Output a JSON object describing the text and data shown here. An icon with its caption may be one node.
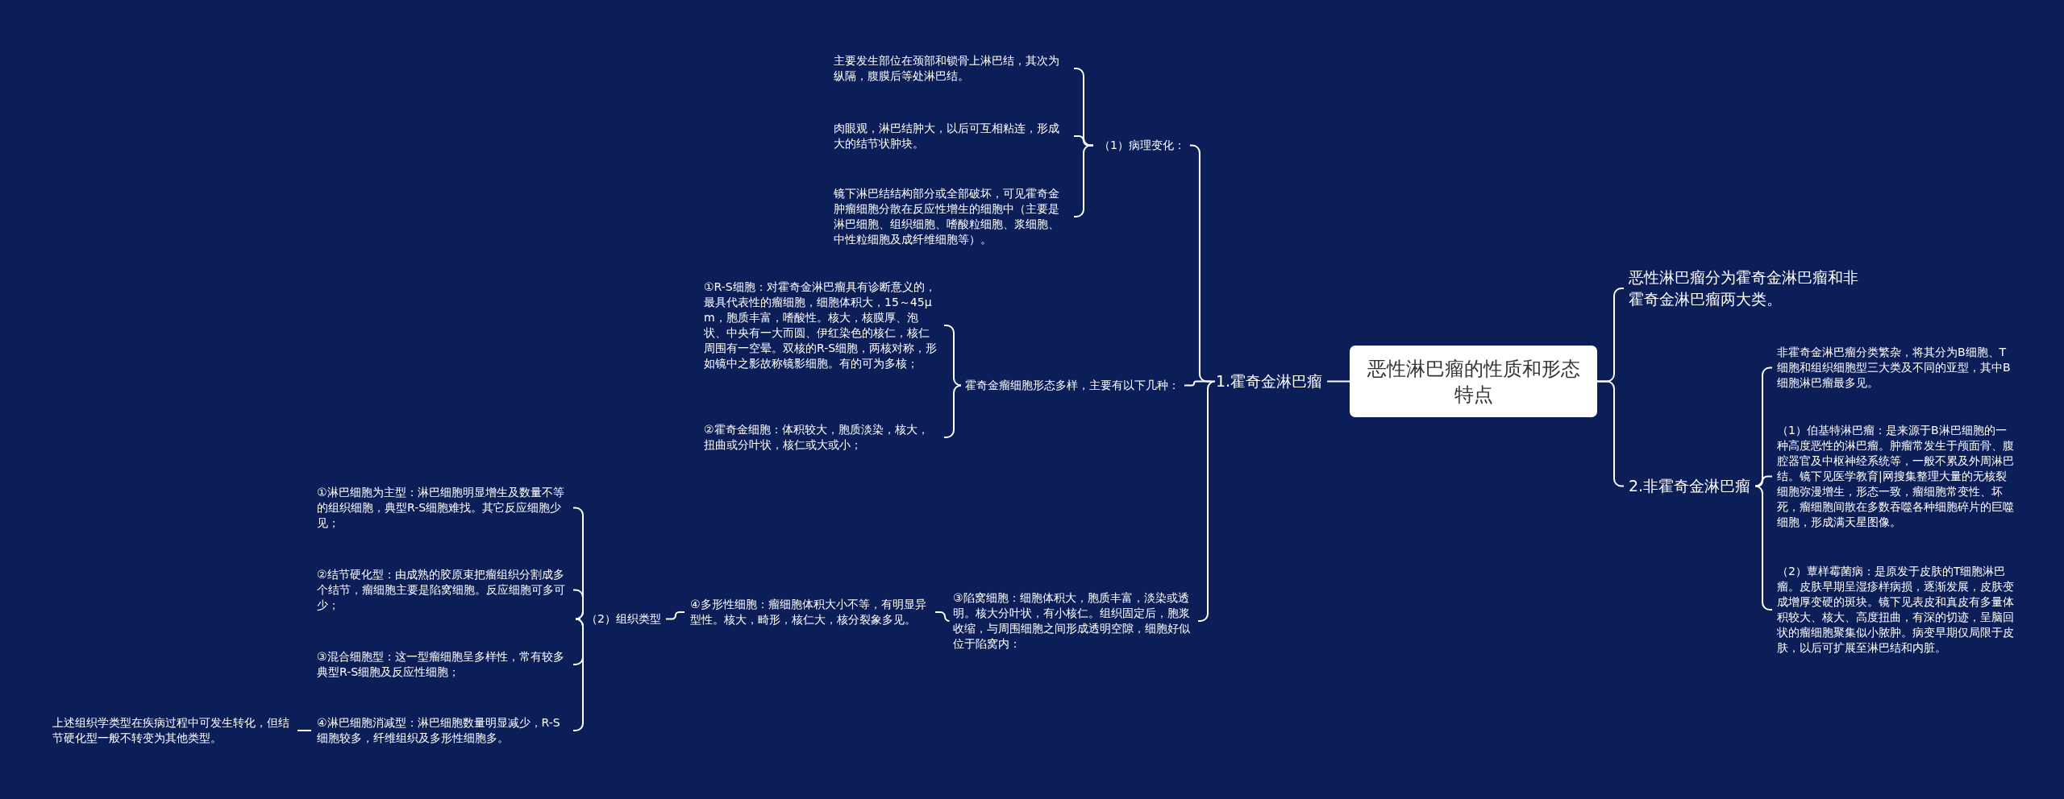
{
  "diagram": {
    "nodes": [
      {
        "text": [
          "恶性淋巴瘤的性质和形态特点"
        ]
      },
      {
        "text": [
          "1.霍奇金淋巴瘤"
        ]
      },
      {
        "text": [
          "（1）病理变化："
        ]
      },
      {
        "text": [
          "主要发生部位在颈部和锁骨上淋巴结，其次为纵隔，腹膜后等处淋巴结。"
        ]
      },
      {
        "text": [
          "肉眼观，淋巴结肿大，以后可互相粘连，形成大的结节状肿块。"
        ]
      },
      {
        "text": [
          "镜下淋巴结结构部分或全部破坏，可见霍奇金肿瘤细胞分散在反应性增生的细胞中（主要是淋巴细胞、组织细胞、嗜酸粒细胞、浆细胞、中性粒细胞及成纤维细胞等）。"
        ]
      },
      {
        "text": [
          "霍奇金瘤细胞形态多样，主要有以下几种："
        ]
      },
      {
        "text": [
          "①R-S细胞：对霍奇金淋巴瘤具有诊断意义的，最具代表性的瘤细胞，细胞体积大，15～45μm，胞质丰富，嗜酸性。核大，核膜厚、泡状、中央有一大而圆、伊红染色的核仁，核仁周围有一空晕。双核的R-S细胞，两核对称，形如镜中之影故称镜影细胞。有的可为多核；"
        ]
      },
      {
        "text": [
          "②霍奇金细胞：体积较大，胞质淡染，核大，扭曲或分叶状，核仁或大或小；"
        ]
      },
      {
        "text": [
          "③陷窝细胞：细胞体积大，胞质丰富，淡染或透明。核大分叶状，有小核仁。组织固定后，胞浆收缩，与周围细胞之间形成透明空隙，细胞好似位于陷窝内："
        ]
      },
      {
        "text": [
          "④多形性细胞：瘤细胞体积大小不等，有明显异型性。核大，畸形，核仁大，核分裂象多见。"
        ]
      },
      {
        "text": [
          "（2）组织类型"
        ]
      },
      {
        "text": [
          "①淋巴细胞为主型：淋巴细胞明显增生及数量不等的组织细胞，典型R-S细胞难找。其它反应细胞少见；"
        ]
      },
      {
        "text": [
          "②结节硬化型：由成熟的胶原束把瘤组织分割成多个结节，瘤细胞主要是陷窝细胞。反应细胞可多可少；"
        ]
      },
      {
        "text": [
          "③混合细胞型：这一型瘤细胞呈多样性，常有较多典型R-S细胞及反应性细胞；"
        ]
      },
      {
        "text": [
          "④淋巴细胞消减型：淋巴细胞数量明显减少，R-S细胞较多，纤维组织及多形性细胞多。"
        ]
      },
      {
        "text": [
          "上述组织学类型在疾病过程中可发生转化，但结节硬化型一般不转变为其他类型。"
        ]
      },
      {
        "text": [
          "恶性淋巴瘤分为霍奇金淋巴瘤和非霍奇金淋巴瘤两大类。"
        ]
      },
      {
        "text": [
          "2.非霍奇金淋巴瘤"
        ]
      },
      {
        "text": [
          "非霍奇金淋巴瘤分类繁杂，将其分为B细胞、T细胞和组织细胞型三大类及不同的亚型，其中B细胞淋巴瘤最多见。"
        ]
      },
      {
        "text": [
          "（1）伯基特淋巴瘤：是来源于B淋巴细胞的一种高度恶性的淋巴瘤。肿瘤常发生于颅面骨、腹腔器官及中枢神经系统等，一般不累及外周淋巴结。镜下见医学教育|网搜集整理大量的无核裂细胞弥漫增生，形态一致，瘤细胞常变性、坏死，瘤细胞间散在多数吞噬各种细胞碎片的巨噬细胞，形成满天星图像。"
        ]
      },
      {
        "text": [
          "（2）蕈样霉菌病：是原发于皮肤的T细胞淋巴瘤。皮肤早期呈湿疹样病损，逐渐发展，皮肤变成增厚变硬的斑块。镜下见表皮和真皮有多量体积较大、核大、高度扭曲，有深的切迹，呈脑回状的瘤细胞聚集似小脓肿。病变早期仅局限于皮肤，以后可扩展至淋巴结和内脏。"
        ]
      }
    ],
    "edges": [
      {
        "from": 0,
        "to": 1,
        "arrow": "none"
      },
      {
        "from": 0,
        "to": 17,
        "arrow": "none"
      },
      {
        "from": 0,
        "to": 18,
        "arrow": "none"
      },
      {
        "from": 1,
        "to": 2,
        "arrow": "none"
      },
      {
        "from": 1,
        "to": 6,
        "arrow": "none"
      },
      {
        "from": 1,
        "to": 9,
        "arrow": "none"
      },
      {
        "from": 2,
        "to": 3,
        "arrow": "none"
      },
      {
        "from": 2,
        "to": 4,
        "arrow": "none"
      },
      {
        "from": 2,
        "to": 5,
        "arrow": "none"
      },
      {
        "from": 6,
        "to": 7,
        "arrow": "none"
      },
      {
        "from": 6,
        "to": 8,
        "arrow": "none"
      },
      {
        "from": 9,
        "to": 10,
        "arrow": "none"
      },
      {
        "from": 10,
        "to": 11,
        "arrow": "none"
      },
      {
        "from": 11,
        "to": 12,
        "arrow": "none"
      },
      {
        "from": 11,
        "to": 13,
        "arrow": "none"
      },
      {
        "from": 11,
        "to": 14,
        "arrow": "none"
      },
      {
        "from": 11,
        "to": 15,
        "arrow": "none"
      },
      {
        "from": 15,
        "to": 16,
        "arrow": "none"
      },
      {
        "from": 18,
        "to": 19,
        "arrow": "none"
      },
      {
        "from": 18,
        "to": 20,
        "arrow": "none"
      },
      {
        "from": 18,
        "to": 21,
        "arrow": "none"
      }
    ]
  }
}
